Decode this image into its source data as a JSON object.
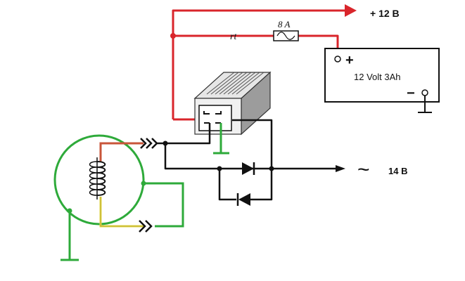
{
  "labels": {
    "plus12": "+ 12 B",
    "fuse_rating": "8  A",
    "wire_color": "rt",
    "battery": "12 Volt 3Ah",
    "battery_plus": "+",
    "battery_minus": "−",
    "ac_symbol": "~",
    "ac_out": "14 B"
  },
  "colors": {
    "positive_wire": "#d9252b",
    "ground_wire": "#2eaa3a",
    "signal_wire": "#111111",
    "coil_lead_red": "#c8553a",
    "coil_lead_yellow": "#e6d84a"
  }
}
